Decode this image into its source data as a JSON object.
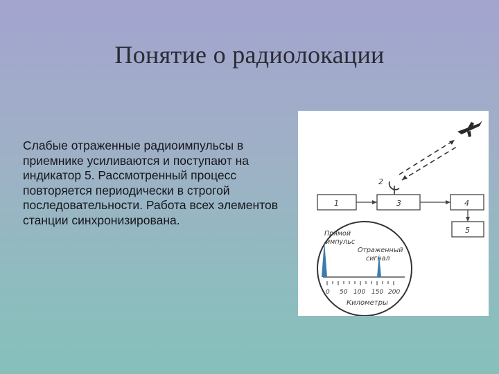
{
  "slide": {
    "title": "Понятие о радиолокации",
    "paragraph": "Слабые отраженные радиоимпульсы в приемнике усиливаются и поступают на индикатор 5. Рассмотренный процесс повторяется периодически в строгой последовательности. Работа всех элементов станции синхронизирована."
  },
  "figure": {
    "labels": {
      "antenna": "2",
      "block1": "1",
      "block3": "3",
      "block4": "4",
      "block5": "5",
      "direct_pulse_line1": "Прямой",
      "direct_pulse_line2": "импульс",
      "reflected_line1": "Отраженный",
      "reflected_line2": "сигнал",
      "axis_title": "Километры",
      "ticks": [
        "0",
        "50",
        "100",
        "150",
        "200"
      ]
    }
  }
}
